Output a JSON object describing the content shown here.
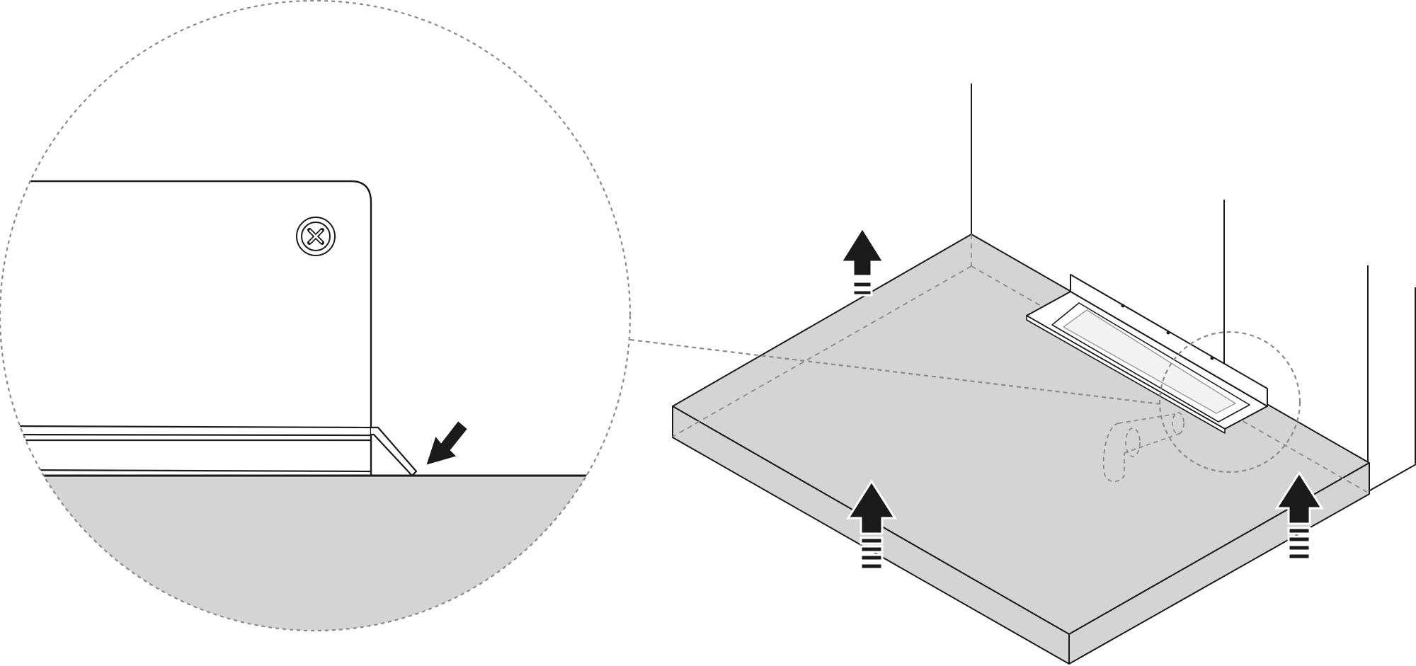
{
  "diagram": {
    "kind": "installation-illustration",
    "text_labels": [],
    "colors": {
      "ink": "#1a1a1a",
      "floor_fill": "#d4d4d4",
      "paper": "#ffffff",
      "dashed": "#8a8a8a"
    },
    "components": {
      "detail_callout": "magnified-detail-circle",
      "drain_channel": "linear-shower-drain",
      "shower_tray": "shower-tray",
      "walls": "corner-walls",
      "lift_arrows_count": 3,
      "screw": "cross-head-screw-icon",
      "pointer": "press-direction-arrow"
    }
  }
}
